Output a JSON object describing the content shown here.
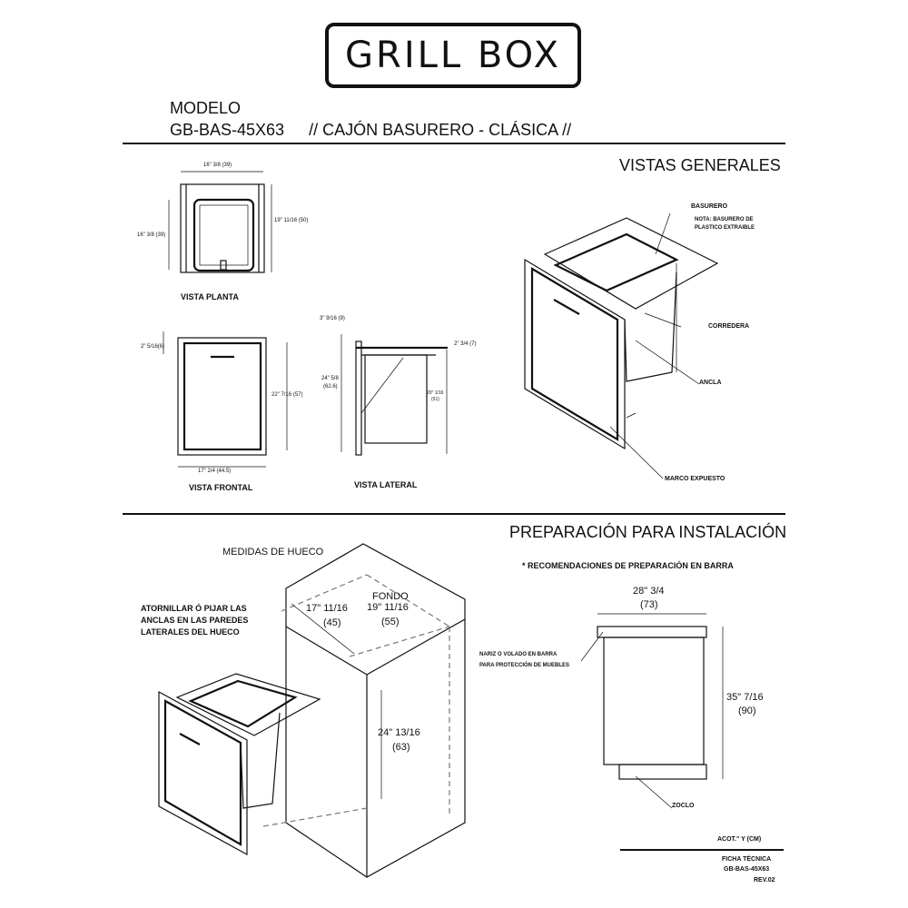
{
  "logo": {
    "brand": "GRILL BOX"
  },
  "header": {
    "model_label": "MODELO",
    "model_code": "GB-BAS-45X63",
    "description": "// CAJÓN BASURERO - CLÁSICA //"
  },
  "general_views": {
    "title": "VISTAS GENERALES",
    "plan": {
      "label": "VISTA PLANTA",
      "width_dim": "16\" 3/8 (39)",
      "depth_dim_left": "16\" 3/8 (39)",
      "depth_dim_right": "19\" 11/16 (50)"
    },
    "front": {
      "label": "VISTA FRONTAL",
      "top_dim": "2\" 5/16(6)",
      "height_dim": "22\" 7/16 (57)",
      "width_dim": "17\" 2/4 (44.5)"
    },
    "side": {
      "label": "VISTA LATERAL",
      "top_dim": "3\" 9/16 (9)",
      "height_dim_line1": "24\" 5/8",
      "height_dim_line2": "(62.6)",
      "right_top_dim": "2\" 3/4 (7)",
      "bin_dim_line1": "20\" 1/16",
      "bin_dim_line2": "(51)"
    },
    "iso": {
      "callout_bin": "BASURERO",
      "callout_note_line1": "NOTA: BASURERO DE",
      "callout_note_line2": "PLASTICO EXTRAIBLE",
      "callout_slide": "CORREDERA",
      "callout_anchor": "ANCLA",
      "callout_frame": "MARCO EXPUESTO"
    }
  },
  "installation": {
    "title": "PREPARACIÓN PARA INSTALACIÓN",
    "opening_label": "MEDIDAS DE HUECO",
    "note_line1": "ATORNILLAR Ó PIJAR  LAS",
    "note_line2": "ANCLAS EN LAS PAREDES",
    "note_line3": "LATERALES DEL HUECO",
    "width_value": "17\" 11/16",
    "width_cm": "(45)",
    "depth_label": "FONDO",
    "depth_value": "19\" 11/16",
    "depth_cm": "(55)",
    "height_value": "24\" 13/16",
    "height_cm": "(63)",
    "bar_recommendations": "* RECOMENDACIONES DE PREPARACIÓN EN BARRA",
    "bar_width_value": "28\" 3/4",
    "bar_width_cm": "(73)",
    "bar_height_value": "35\" 7/16",
    "bar_height_cm": "(90)",
    "nose_line1": "NARIZ O VOLADO EN BARRA",
    "nose_line2": "PARA PROTECCIÓN DE MUEBLES",
    "plinth": "ZOCLO"
  },
  "footer": {
    "units": "ACOT.\" Y (CM)",
    "sheet": "FICHA TÉCNICA",
    "code": "GB-BAS-45X63",
    "rev": "REV.02"
  }
}
